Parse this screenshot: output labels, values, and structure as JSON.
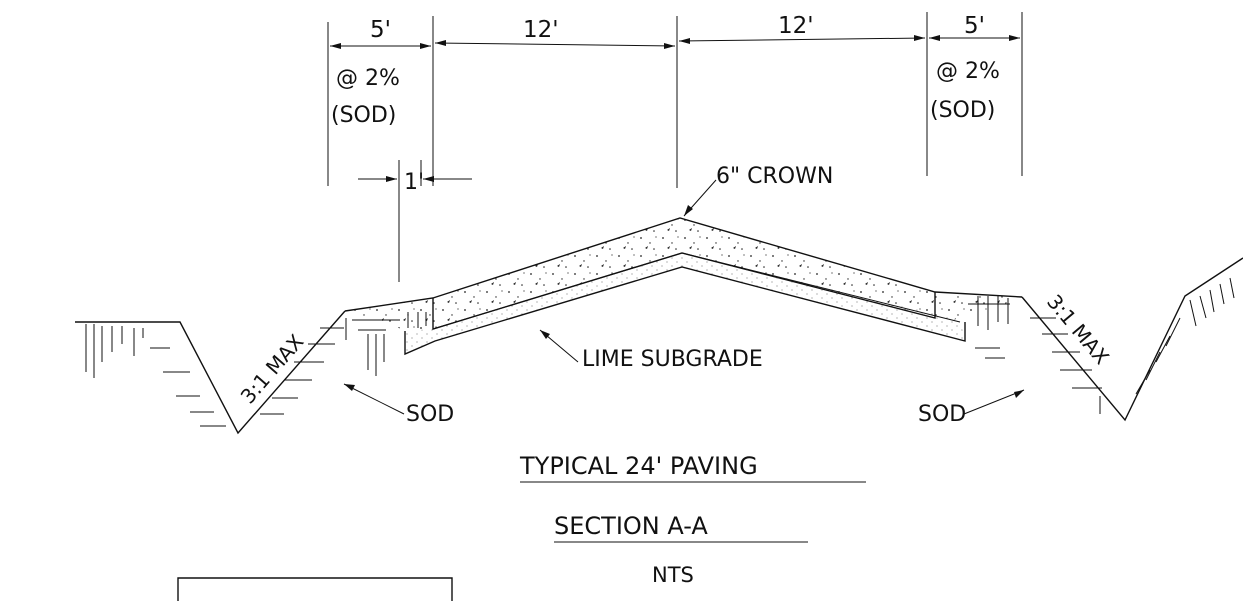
{
  "dimensions": {
    "left_shoulder": "5'",
    "left_lane": "12'",
    "right_lane": "12'",
    "right_shoulder": "5'",
    "offset": "1'"
  },
  "shoulder_notes": {
    "left_slope": "@ 2%",
    "left_material": "(SOD)",
    "right_slope": "@ 2%",
    "right_material": "(SOD)"
  },
  "callouts": {
    "crown": "6\" CROWN",
    "subgrade": "LIME SUBGRADE",
    "sod_left": "SOD",
    "sod_right": "SOD",
    "left_ditch_slope": "3:1 MAX",
    "right_ditch_slope": "3:1 MAX"
  },
  "title": {
    "line1": "TYPICAL 24' PAVING",
    "line2": "SECTION A-A",
    "scale": "NTS"
  }
}
